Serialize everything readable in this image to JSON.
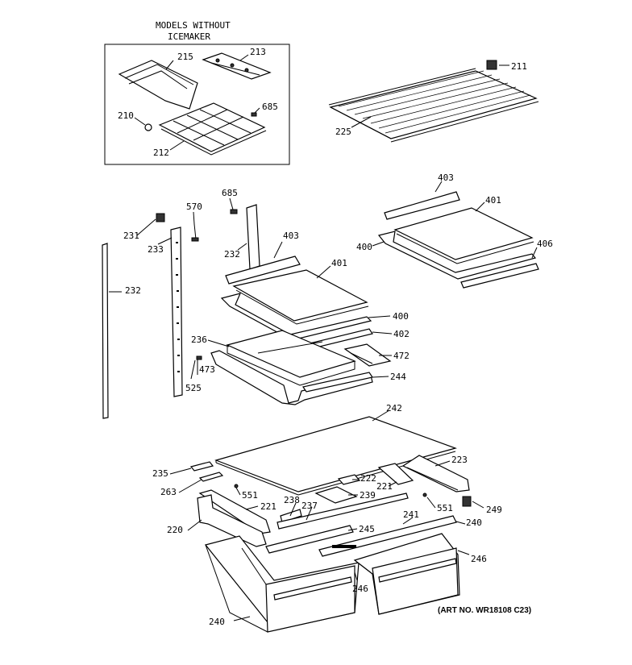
{
  "header": {
    "inset_title_line1": "MODELS WITHOUT",
    "inset_title_line2": "ICEMAKER"
  },
  "art_number": "(ART NO. WR18108 C23)",
  "labels": {
    "l215": "215",
    "l213": "213",
    "l685a": "685",
    "l210": "210",
    "l212": "212",
    "l211": "211",
    "l225": "225",
    "l685b": "685",
    "l570": "570",
    "l231": "231",
    "l233": "233",
    "l232a": "232",
    "l232b": "232",
    "l403a": "403",
    "l401a": "401",
    "l400a": "400",
    "l402": "402",
    "l236": "236",
    "l472": "472",
    "l473": "473",
    "l525": "525",
    "l244": "244",
    "l403b": "403",
    "l401b": "401",
    "l400b": "400",
    "l406": "406",
    "l242": "242",
    "l223": "223",
    "l235": "235",
    "l263": "263",
    "l551a": "551",
    "l222": "222",
    "l239": "239",
    "l221a": "221",
    "l221b": "221",
    "l238": "238",
    "l237": "237",
    "l551b": "551",
    "l249": "249",
    "l241": "241",
    "l240a": "240",
    "l220": "220",
    "l245": "245",
    "l246a": "246",
    "l246b": "246",
    "l240b": "240"
  }
}
